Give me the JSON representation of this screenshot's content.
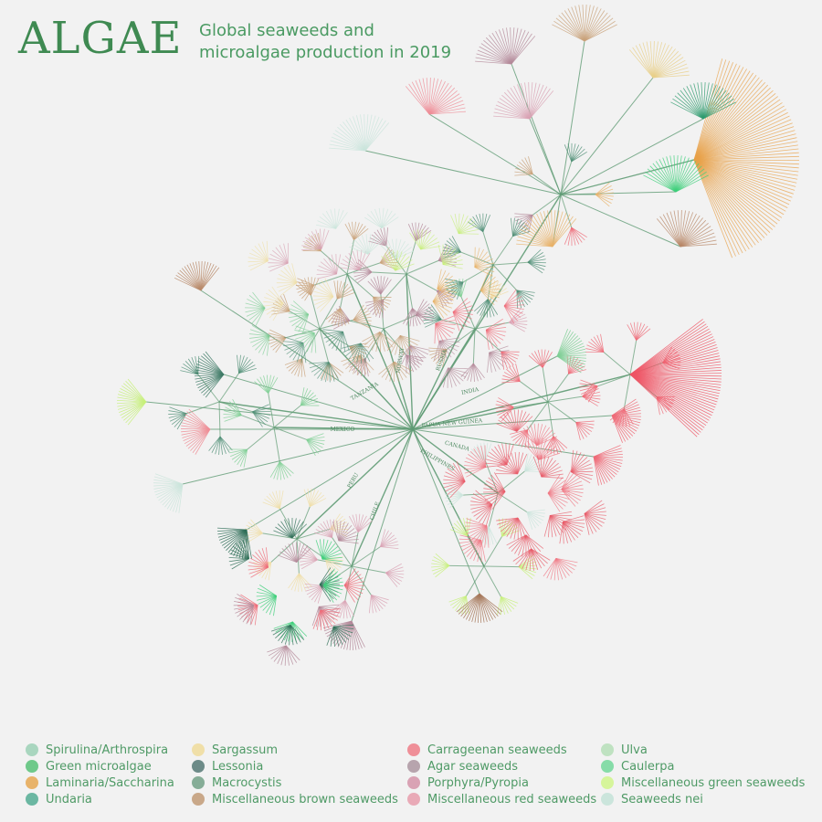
{
  "header": {
    "title": "ALGAE",
    "subtitle_line1": "Global seaweeds and",
    "subtitle_line2": "microalgae production in 2019"
  },
  "colors": {
    "branch": "#5f9b74",
    "title": "#3f8a52",
    "text": "#4f9a66"
  },
  "legend": [
    {
      "label": "Spirulina/Arthrospira",
      "color": "#a9d6bf"
    },
    {
      "label": "Green microalgae",
      "color": "#6fc98a"
    },
    {
      "label": "Laminaria/Saccharina",
      "color": "#e8b36a"
    },
    {
      "label": "Undaria",
      "color": "#6bb7a2"
    },
    {
      "label": "Sargassum",
      "color": "#f0dfa8"
    },
    {
      "label": "Lessonia",
      "color": "#6d8b88"
    },
    {
      "label": "Macrocystis",
      "color": "#86ad97"
    },
    {
      "label": "Miscellaneous brown seaweeds",
      "color": "#c9a889"
    },
    {
      "label": "Carrageenan seaweeds",
      "color": "#ef8f98"
    },
    {
      "label": "Agar seaweeds",
      "color": "#b7a4ad"
    },
    {
      "label": "Porphyra/Pyropia",
      "color": "#d9a2b4"
    },
    {
      "label": "Miscellaneous red seaweeds",
      "color": "#e9aab7"
    },
    {
      "label": "Ulva",
      "color": "#bfe2c1"
    },
    {
      "label": "Caulerpa",
      "color": "#86dca8"
    },
    {
      "label": "Miscellaneous green seaweeds",
      "color": "#d6f59b"
    },
    {
      "label": "Seaweeds nei",
      "color": "#cbe5dc"
    }
  ],
  "country_labels": [
    "MEXICO",
    "CHILE",
    "PERU",
    "PAPUA NEW GUINEA",
    "INDIA",
    "NORWAY",
    "RUSSIA",
    "CANADA",
    "PHILIPPINES",
    "TANZANIA"
  ],
  "fan_palette": [
    "#e8b36a",
    "#ef6b78",
    "#b48a9a",
    "#c9a27a",
    "#4f8f76",
    "#7fcf95",
    "#f0dfa8",
    "#d9a2b4",
    "#cbe5dc",
    "#c7f07a"
  ]
}
